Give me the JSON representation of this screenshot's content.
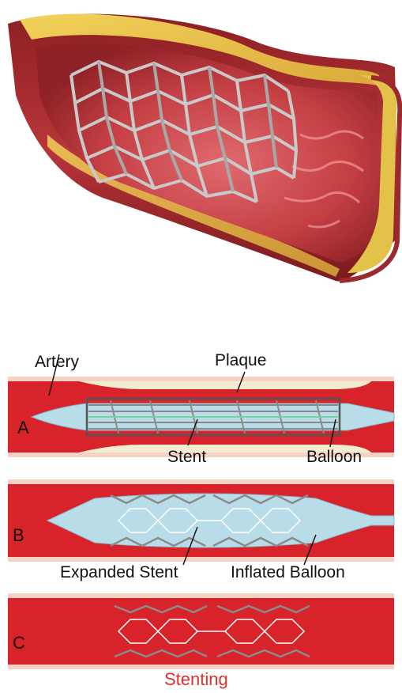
{
  "labels": {
    "artery": "Artery",
    "plaque": "Plaque",
    "stent": "Stent",
    "balloon": "Balloon",
    "expanded_stent": "Expanded Stent",
    "inflated_balloon": "Inflated Balloon"
  },
  "rows": {
    "a": "A",
    "b": "B",
    "c": "C"
  },
  "caption": "Stenting",
  "colors": {
    "artery_red": "#d8232a",
    "vessel_wall": "#f3c7b5",
    "plaque": "#f4ecd0",
    "balloon": "#b9dde8",
    "stent": "#8a8a8a",
    "caption_red": "#e0302a"
  }
}
